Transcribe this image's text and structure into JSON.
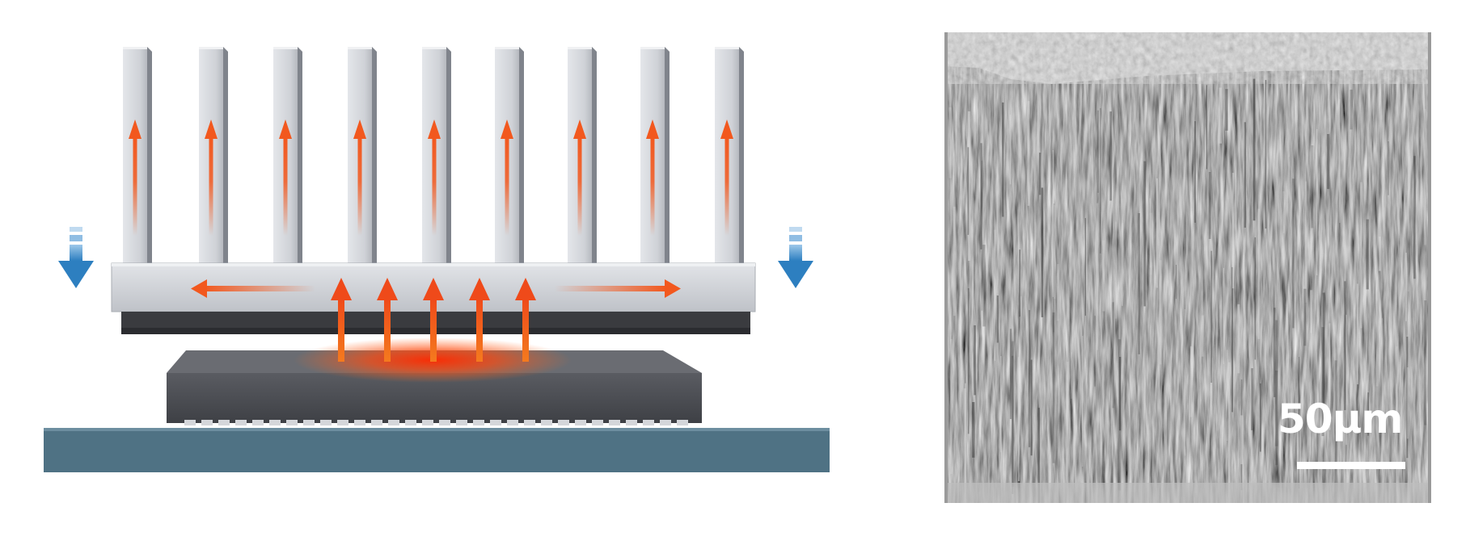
{
  "colors": {
    "background": "#ffffff",
    "heatsink_fin_light": "#dadde2",
    "heatsink_fin_shade": "#80848c",
    "heatsink_base": "#cfd2d7",
    "thermal_pad": "#3a3b3f",
    "chip_body": "#4a4c52",
    "chip_top": "#6a6c72",
    "pcb_board": "#4f7284",
    "heat_arrow": "#f2581e",
    "heat_glow": "#ff3a0a",
    "air_arrow": "#2d7fc0",
    "micrograph_base": "#6e6e6e",
    "scalebar": "#ffffff"
  },
  "icons": {
    "heat_flow": "arrow-up-orange",
    "lateral_heat_flow": "arrow-horizontal-orange",
    "cooling_air": "arrow-down-blue"
  },
  "figure": {
    "fin_count": 9,
    "micrograph": {
      "scalebar_label": "50μm"
    }
  }
}
